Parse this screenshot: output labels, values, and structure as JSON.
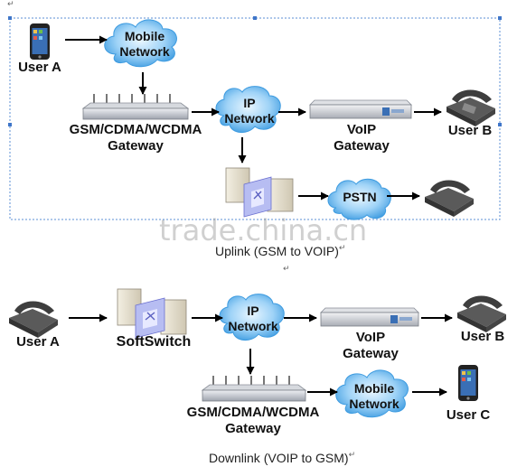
{
  "uplink": {
    "user_a": "User A",
    "mobile_network": [
      "Mobile",
      "Network"
    ],
    "gsm_gateway": [
      "GSM/CDMA/WCDMA",
      "Gateway"
    ],
    "ip_network": [
      "IP",
      "Network"
    ],
    "voip_gateway": [
      "VoIP",
      "Gateway"
    ],
    "user_b": "User B",
    "pstn": "PSTN",
    "caption": "Uplink (GSM to VOIP)"
  },
  "downlink": {
    "user_a": "User A",
    "softswitch": "SoftSwitch",
    "ip_network": [
      "IP",
      "Network"
    ],
    "voip_gateway": [
      "VoIP",
      "Gateway"
    ],
    "user_b": "User B",
    "gsm_gateway": [
      "GSM/CDMA/WCDMA",
      "Gateway"
    ],
    "mobile_network": [
      "Mobile",
      "Network"
    ],
    "user_c": "User C",
    "caption": "Downlink (VOIP to GSM)"
  },
  "watermark": "trade.china.cn",
  "return_mark": "↵",
  "colors": {
    "cloud": "#4aa8e8",
    "arrow": "#000000",
    "frame": "#5b8fd6",
    "phone": "#4a4a4a",
    "gateway": "#b9bcc4"
  }
}
